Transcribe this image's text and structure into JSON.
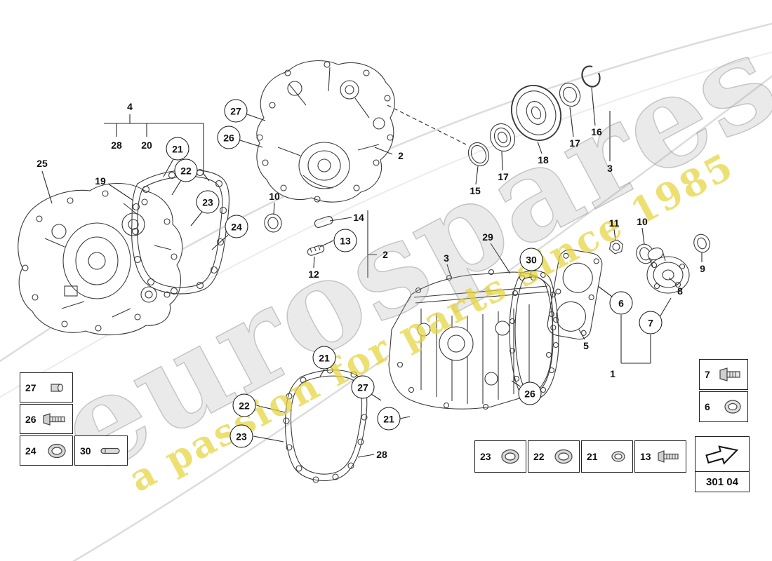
{
  "watermark": {
    "brand": "eurospares",
    "tagline": "a passion for parts since 1985"
  },
  "colors": {
    "watermark_gray": "#bfbfbf",
    "watermark_yellow": "#e6d44b",
    "line_color": "#3a3a3a"
  },
  "diagram": {
    "plain_labels": [
      {
        "text": "4"
      },
      {
        "text": "28"
      },
      {
        "text": "20"
      },
      {
        "text": "19"
      },
      {
        "text": "25"
      },
      {
        "text": "2"
      },
      {
        "text": "10"
      },
      {
        "text": "14"
      },
      {
        "text": "12"
      },
      {
        "text": "2"
      },
      {
        "text": "15"
      },
      {
        "text": "17"
      },
      {
        "text": "18"
      },
      {
        "text": "17"
      },
      {
        "text": "16"
      },
      {
        "text": "3"
      },
      {
        "text": "11"
      },
      {
        "text": "10"
      },
      {
        "text": "9"
      },
      {
        "text": "8"
      },
      {
        "text": "5"
      },
      {
        "text": "1"
      },
      {
        "text": "29"
      },
      {
        "text": "3"
      },
      {
        "text": "28"
      }
    ],
    "circle_labels": [
      {
        "text": "27"
      },
      {
        "text": "26"
      },
      {
        "text": "21"
      },
      {
        "text": "22"
      },
      {
        "text": "23"
      },
      {
        "text": "24"
      },
      {
        "text": "13"
      },
      {
        "text": "30"
      },
      {
        "text": "6"
      },
      {
        "text": "7"
      },
      {
        "text": "21"
      },
      {
        "text": "27"
      },
      {
        "text": "21"
      },
      {
        "text": "22"
      },
      {
        "text": "23"
      },
      {
        "text": "26"
      }
    ]
  },
  "legend_left": {
    "cells": [
      {
        "num": "27",
        "icon": "sleeve-icon"
      },
      {
        "num": "26",
        "icon": "bolt-icon"
      },
      {
        "num": "24",
        "icon": "seal-ring-icon"
      },
      {
        "num": "30",
        "icon": "pin-icon"
      }
    ]
  },
  "legend_bottom": {
    "cells": [
      {
        "num": "23",
        "icon": "seal-ring-icon"
      },
      {
        "num": "22",
        "icon": "seal-ring-icon"
      },
      {
        "num": "21",
        "icon": "o-ring-icon"
      },
      {
        "num": "13",
        "icon": "bolt-icon"
      }
    ]
  },
  "legend_right": {
    "cells": [
      {
        "num": "7",
        "icon": "bolt-icon"
      },
      {
        "num": "6",
        "icon": "washer-icon"
      }
    ]
  },
  "part_code": {
    "value": "301 04"
  }
}
